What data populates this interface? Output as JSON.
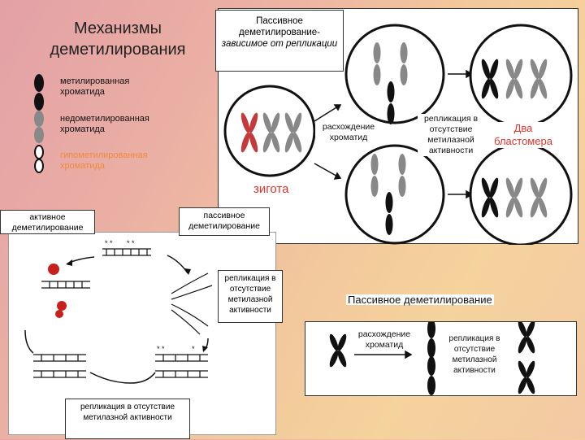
{
  "title": "Механизмы деметилирования",
  "legend": {
    "methylated": "метилированная хроматида",
    "undermethylated": "недометилированная хроматида",
    "hypomethylated": "гипометилированная хроматида"
  },
  "passive_box": {
    "line1": "Пассивное деметилирование-",
    "line2": "зависимое от репликации"
  },
  "upper_panel": {
    "divergence": "расхождение хроматид",
    "replication": "репликация в отсутствие метилазной активности",
    "blastomeres": "Два бластомера",
    "zygote": "зигота"
  },
  "active_label": "активное деметилирование",
  "passive_label": "пассивное деметилирование",
  "replication_box_mid": "репликация в отсутствие метилазной активности",
  "replication_box_bottom": "репликация в отсутствие метилазной активности",
  "lower_panel": {
    "title": "Пассивное деметилирование",
    "divergence": "расхождение хроматид",
    "replication": "репликация в отсутствие метилазной активности"
  },
  "colors": {
    "accent_red": "#e0342c",
    "accent_orange": "#f08a3c",
    "gray_chromatid": "#8a8a8a"
  }
}
